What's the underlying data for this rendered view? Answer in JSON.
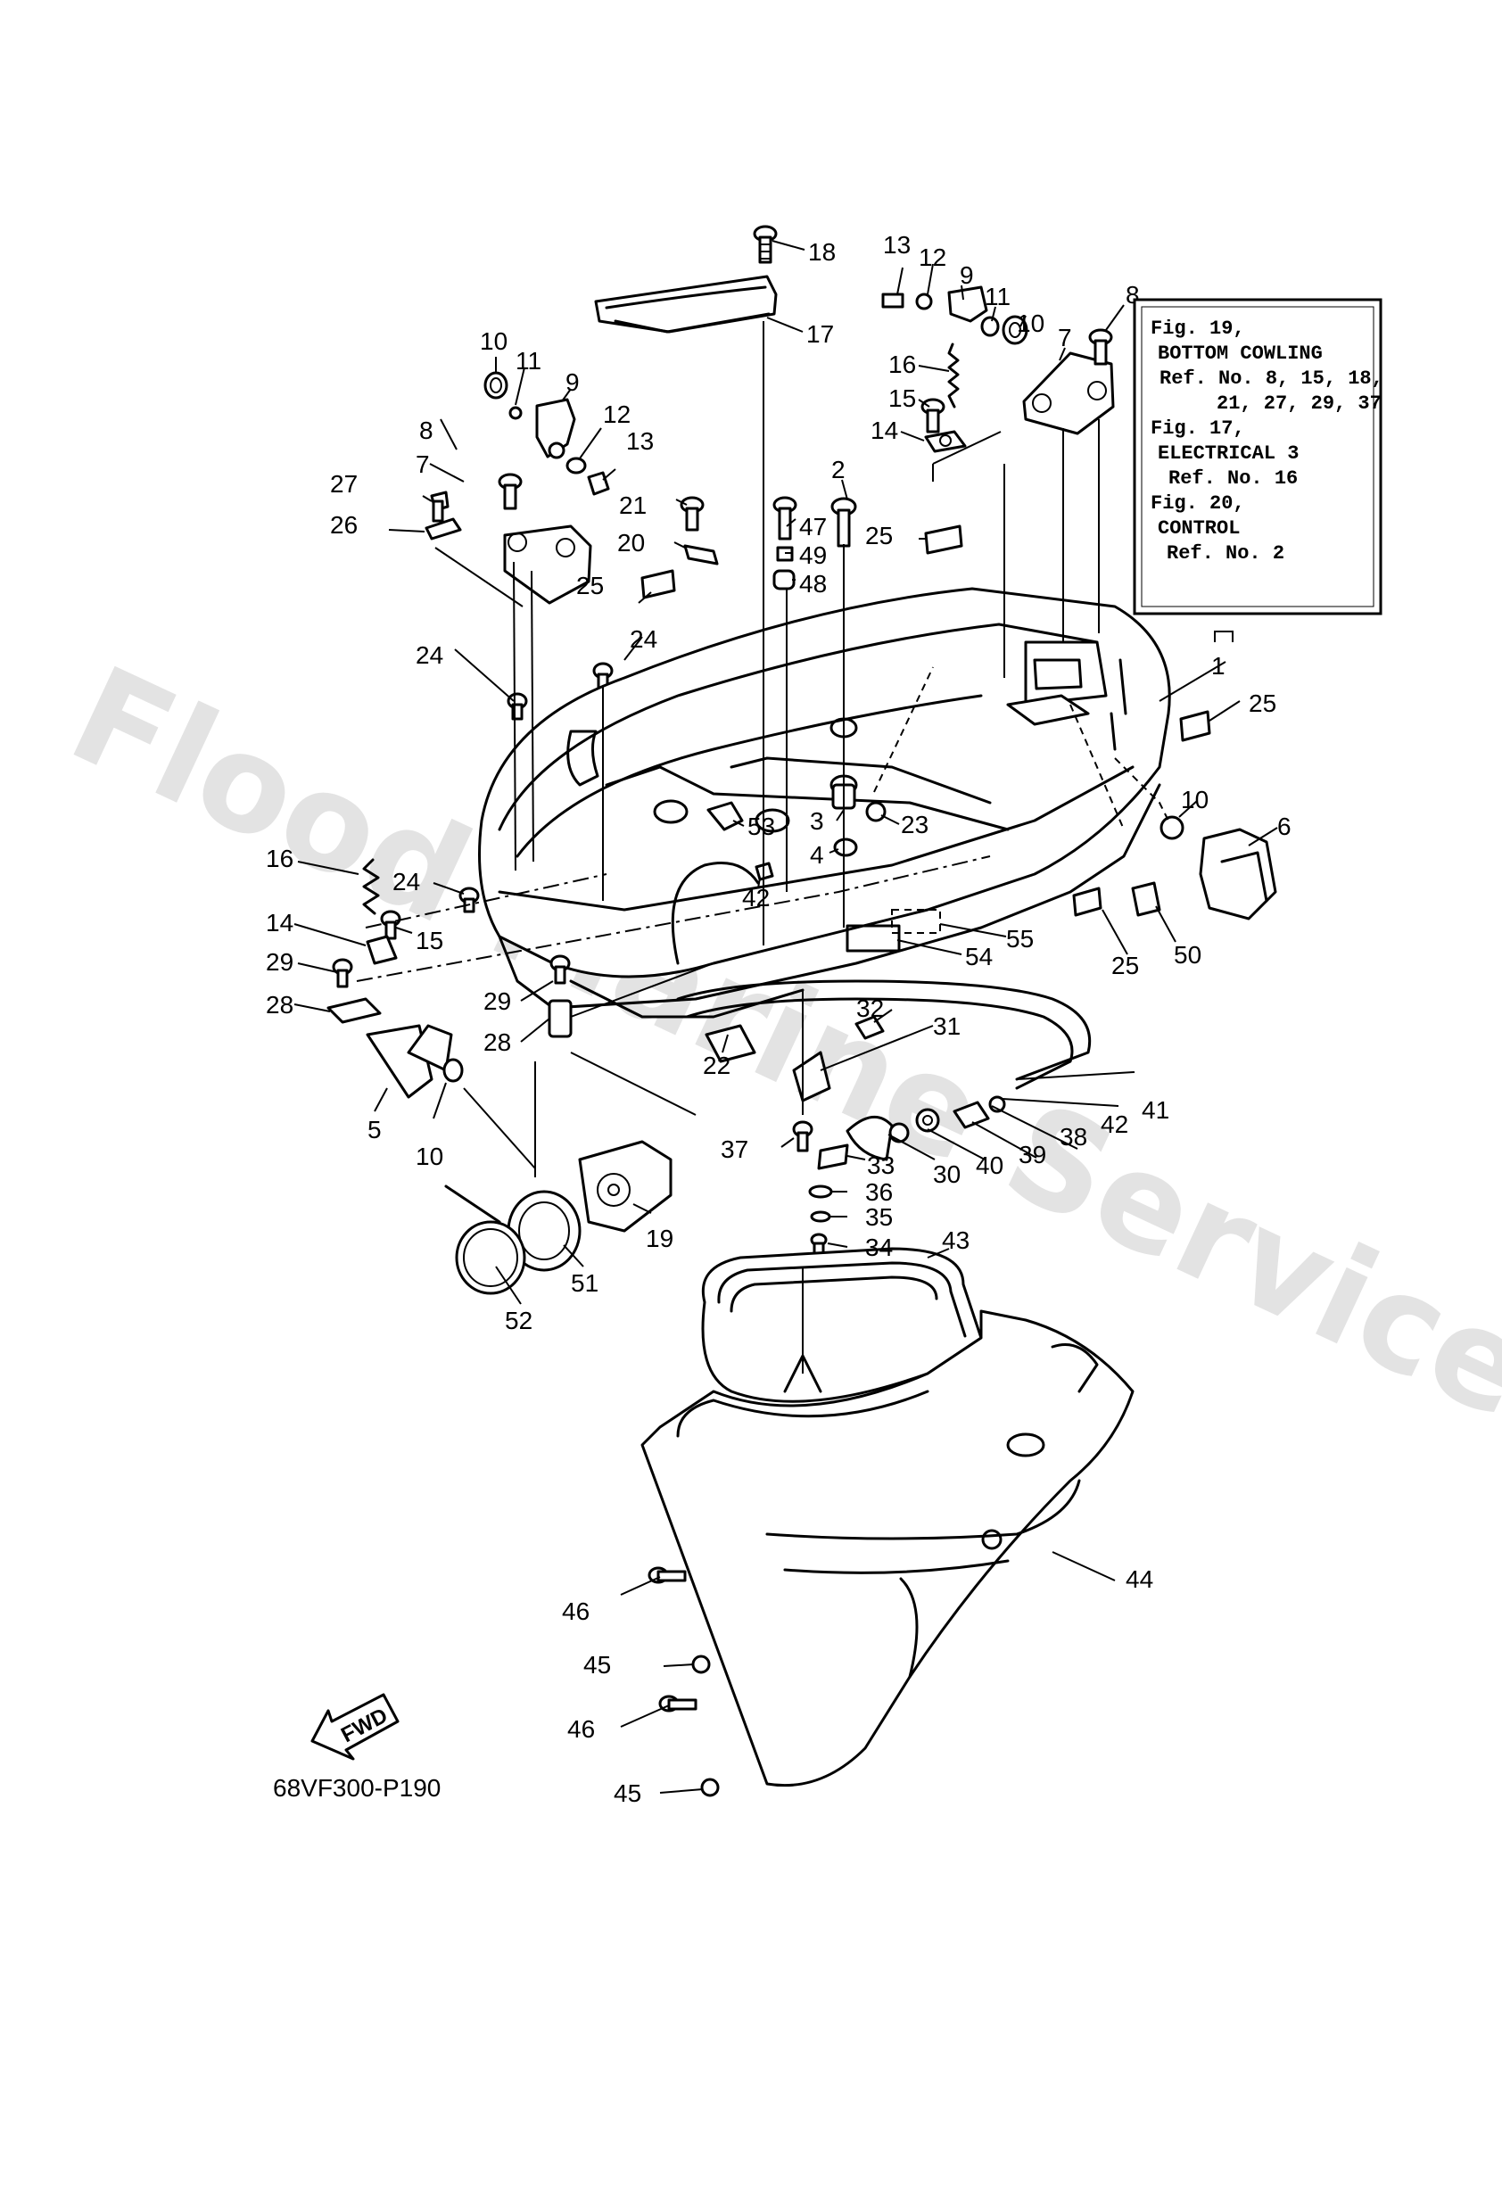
{
  "watermark": "Flood Marine Services",
  "diagram_code": "68VF300-P190",
  "fwd_label": "FWD",
  "reference_box": {
    "lines": [
      "Fig. 19,",
      "BOTTOM COWLING",
      "Ref. No. 8, 15, 18,",
      "21, 27, 29, 37",
      "Fig. 17,",
      "ELECTRICAL 3",
      "Ref. No. 16",
      "Fig. 20,",
      "CONTROL",
      "Ref. No. 2"
    ]
  },
  "callouts": [
    "18",
    "17",
    "13",
    "12",
    "9",
    "11",
    "10",
    "7",
    "8",
    "16",
    "15",
    "14",
    "10",
    "11",
    "9",
    "12",
    "13",
    "8",
    "7",
    "27",
    "26",
    "2",
    "47",
    "21",
    "49",
    "20",
    "48",
    "25",
    "25",
    "24",
    "24",
    "1",
    "25",
    "10",
    "6",
    "3",
    "23",
    "53",
    "4",
    "42",
    "16",
    "24",
    "15",
    "14",
    "29",
    "28",
    "29",
    "28",
    "55",
    "54",
    "25",
    "50",
    "32",
    "31",
    "22",
    "5",
    "10",
    "37",
    "33",
    "30",
    "40",
    "39",
    "38",
    "42",
    "41",
    "36",
    "35",
    "34",
    "19",
    "51",
    "52",
    "43",
    "44",
    "46",
    "45",
    "46",
    "45"
  ]
}
